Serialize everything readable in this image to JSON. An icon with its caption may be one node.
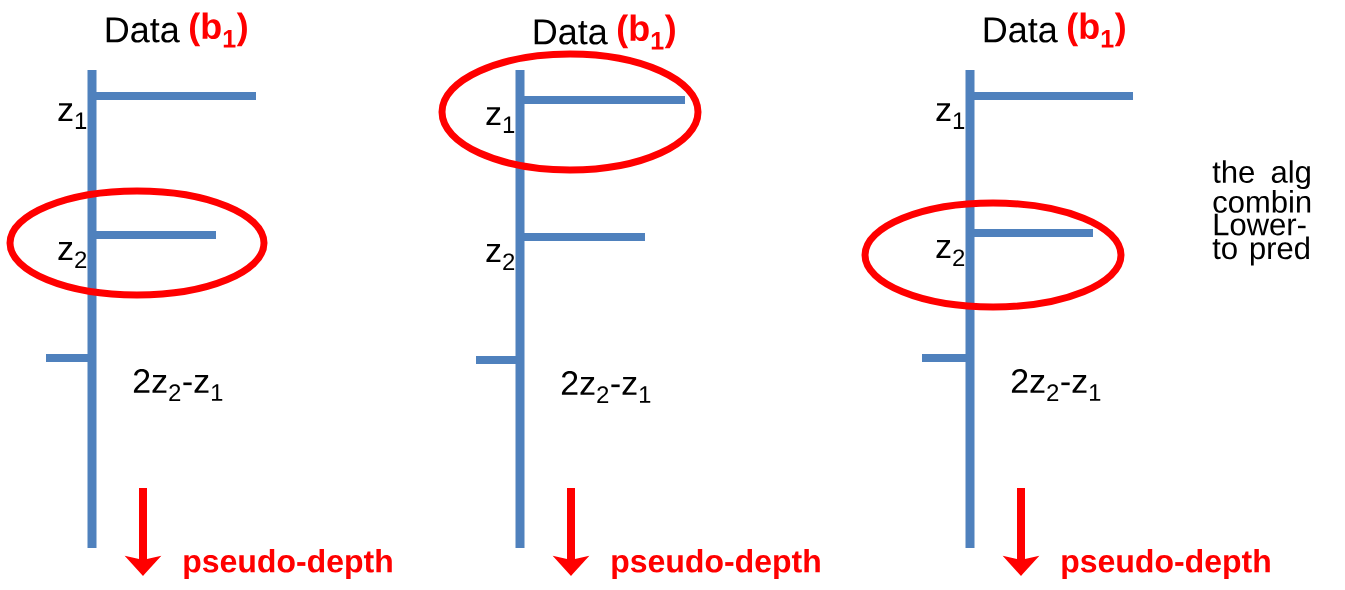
{
  "diagram": {
    "labels": [
      "Data",
      "(b$_{1}$)",
      "z$_{1}$",
      "z$_{2}$",
      "2z$_{2}$-z$_{1}$",
      "pseudo-depth",
      "Data",
      "(b$_{1}$)",
      "z$_{1}$",
      "z$_{2}$",
      "2z$_{2}$-z$_{1}$",
      "pseudo-depth",
      "Data",
      "(b$_{1}$)",
      "z$_{1}$",
      "z$_{2}$",
      "2z$_{2}$-z$_{1}$",
      "pseudo-depth",
      "the alg combin Lower- to pred"
    ]
  }
}
